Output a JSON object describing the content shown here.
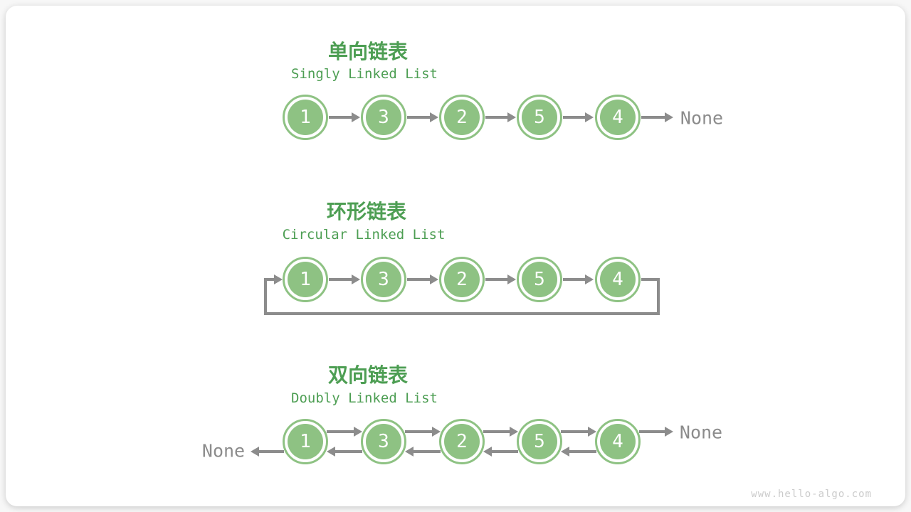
{
  "colors": {
    "green_text": "#4d9e53",
    "node_green": "#8ec283",
    "arrow_gray": "#8c8c8c",
    "watermark_gray": "#cbcbcb"
  },
  "sections": [
    {
      "title_zh": "单向链表",
      "title_en": "Singly Linked List",
      "nodes": [
        "1",
        "3",
        "2",
        "5",
        "4"
      ],
      "tail_label": "None"
    },
    {
      "title_zh": "环形链表",
      "title_en": "Circular Linked List",
      "nodes": [
        "1",
        "3",
        "2",
        "5",
        "4"
      ]
    },
    {
      "title_zh": "双向链表",
      "title_en": "Doubly Linked List",
      "nodes": [
        "1",
        "3",
        "2",
        "5",
        "4"
      ],
      "head_label": "None",
      "tail_label": "None"
    }
  ],
  "watermark": "www.hello-algo.com"
}
